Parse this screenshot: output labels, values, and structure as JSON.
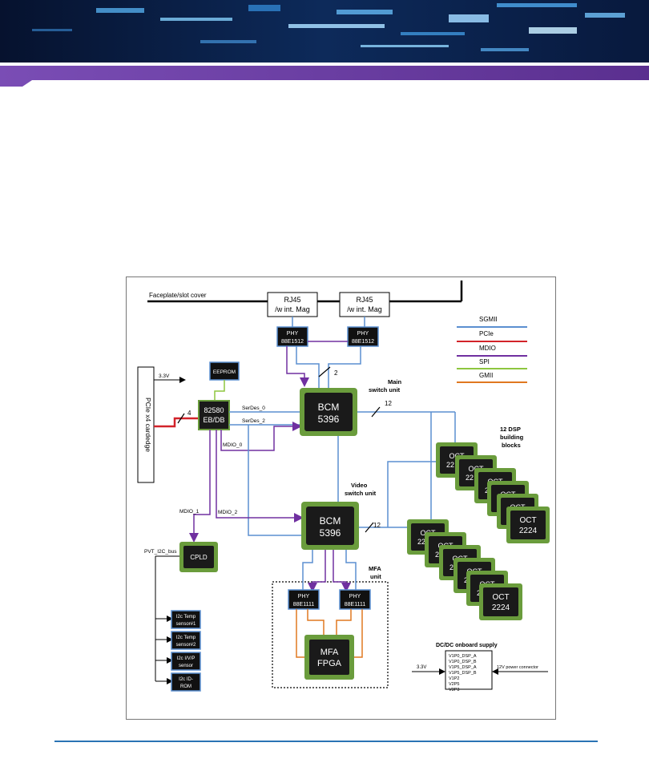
{
  "colors": {
    "sgmii": "#5b8fd0",
    "pcie": "#d2232a",
    "mdio": "#7030a0",
    "spi": "#8dc63f",
    "gmii": "#e07820",
    "chip_border": "#6a9c3c",
    "chip_fill": "#1a1a1a",
    "header_purple": "#6b3fa0",
    "header_dark": "#0a1a3a",
    "rule_blue": "#2a73b4"
  },
  "diagram": {
    "faceplate_label": "Faceplate/slot cover",
    "rj45_1": [
      "RJ45",
      "/w int. Mag"
    ],
    "rj45_2": [
      "RJ45",
      "/w int. Mag"
    ],
    "phy_top_1": [
      "PHY",
      "88E1512"
    ],
    "phy_top_2": [
      "PHY",
      "88E1512"
    ],
    "legend": {
      "sgmii": "SGMII",
      "pcie": "PCIe",
      "mdio": "MDIO",
      "spi": "SPI",
      "gmii": "GMII"
    },
    "eeprom": "EEPROM",
    "pcie_card_edge": "PCIe x4 cardedge",
    "v33_label": "3.3V",
    "lanes_4": "4",
    "lanes_2": "2",
    "lanes_12_main": "12",
    "lanes_12_video": "12",
    "nic": [
      "82580",
      "EB/DB"
    ],
    "serdes_0": "SerDes_0",
    "serdes_2": "SerDes_2",
    "mdio_0": "MDIO_0",
    "mdio_1": "MDIO_1",
    "mdio_2": "MDIO_2",
    "bcm_main": [
      "BCM",
      "5396"
    ],
    "bcm_video": [
      "BCM",
      "5396"
    ],
    "main_switch_label": [
      "Main",
      "switch unit"
    ],
    "video_switch_label": [
      "Video",
      "switch unit"
    ],
    "dsp_label": [
      "12 DSP",
      "building",
      "blocks"
    ],
    "oct_chip": [
      "OCT",
      "2224"
    ],
    "oct_partial": "OCT",
    "oct_partial_num": "22",
    "cpld": "CPLD",
    "pvt_bus": "PVT_I2C_bus",
    "sensors": [
      [
        "I2c Temp",
        "sensor#1"
      ],
      [
        "I2c Temp",
        "sensor#2"
      ],
      [
        "I2c I/V/P",
        "sensor"
      ],
      [
        "I2c ID-",
        "ROM"
      ]
    ],
    "mfa_label": [
      "MFA",
      "unit"
    ],
    "phy_mfa_1": [
      "PHY",
      "88E1111"
    ],
    "phy_mfa_2": [
      "PHY",
      "88E1111"
    ],
    "mfa_fpga": [
      "MFA",
      "FPGA"
    ],
    "dcdc_title": "DC/DC onboard supply",
    "dcdc_rails": [
      "V1P0_DSP_A",
      "V1P0_DSP_B",
      "V1P5_DSP_A",
      "V1P5_DSP_B",
      "V1P2",
      "V2P5",
      "V3P3"
    ],
    "dcdc_in": "3.3V",
    "dcdc_12v": "12V power connector"
  }
}
